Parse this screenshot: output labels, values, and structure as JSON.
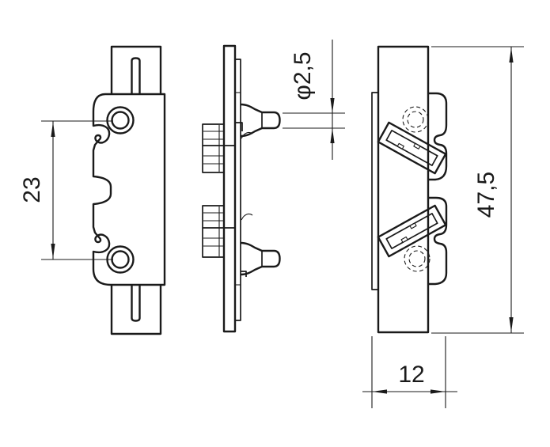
{
  "drawing": {
    "background_color": "#ffffff",
    "line_color": "#1a1a1a",
    "dimensions": {
      "hole_spacing": "23",
      "pin_diameter": "φ2,5",
      "overall_height": "47,5",
      "overall_depth": "12"
    }
  }
}
